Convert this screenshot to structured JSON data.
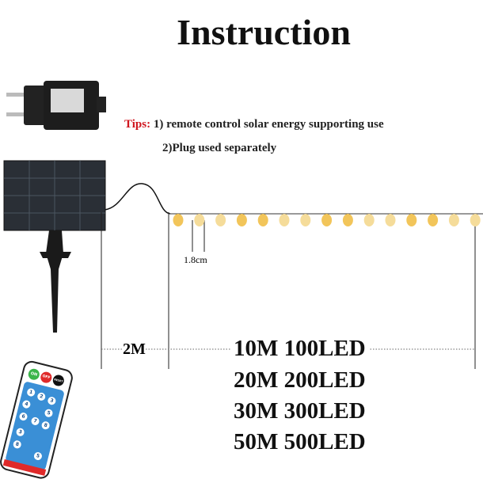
{
  "title": "Instruction",
  "tips": {
    "label": "Tips:",
    "line1": " 1) remote control solar energy supporting use",
    "line2": "2)Plug used separately",
    "label_color": "#d0161e"
  },
  "dimensions": {
    "bulb_spacing": "1.8cm",
    "lead_length": "2M"
  },
  "options": [
    "10M 100LED",
    "20M 200LED",
    "30M 300LED",
    "50M 500LED"
  ],
  "remote": {
    "on": "ON",
    "off": "OFF",
    "reset": "RESET",
    "keys": [
      "1",
      "2",
      "3",
      "4",
      "5",
      "6",
      "7",
      "8",
      "3",
      "8",
      "5"
    ]
  },
  "colors": {
    "bulb": "#f2c55a",
    "panel": "#2a2f36"
  }
}
